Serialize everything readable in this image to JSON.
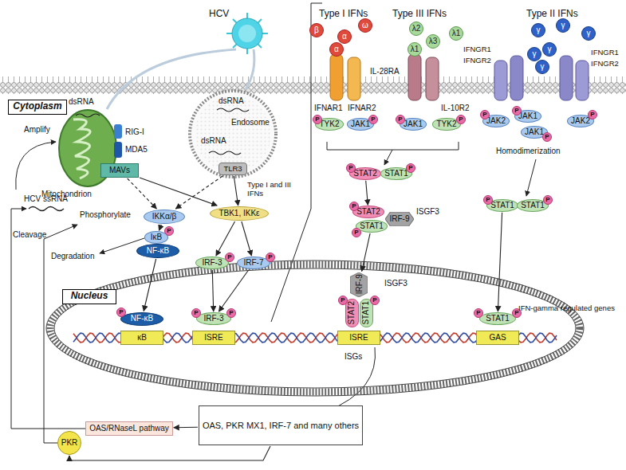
{
  "diagram": {
    "nodes": [
      {
        "text": [
          "Cytoplasm"
        ]
      },
      {
        "text": [
          "MAVs"
        ]
      },
      {
        "text": [
          "TLR3"
        ]
      },
      {
        "text": [
          "β"
        ]
      },
      {
        "text": [
          "α"
        ]
      },
      {
        "text": [
          "ω"
        ]
      },
      {
        "text": [
          "α"
        ]
      },
      {
        "text": [
          "λ2"
        ]
      },
      {
        "text": [
          "λ3"
        ]
      },
      {
        "text": [
          "λ1"
        ]
      },
      {
        "text": [
          "λ1"
        ]
      },
      {
        "text": [
          "γ"
        ]
      },
      {
        "text": [
          "γ"
        ]
      },
      {
        "text": [
          "γ"
        ]
      },
      {
        "text": [
          "γ"
        ]
      },
      {
        "text": [
          "γ"
        ]
      },
      {
        "text": [
          "γ"
        ]
      },
      {
        "text": [
          "TYK2"
        ]
      },
      {
        "text": [
          "JAK1"
        ]
      },
      {
        "text": [
          "JAK1"
        ]
      },
      {
        "text": [
          "TYK2"
        ]
      },
      {
        "text": [
          "JAK2"
        ]
      },
      {
        "text": [
          "JAK1"
        ]
      },
      {
        "text": [
          "JAK1"
        ]
      },
      {
        "text": [
          "JAK2"
        ]
      },
      {
        "text": [
          "STAT2"
        ]
      },
      {
        "text": [
          "STAT1"
        ]
      },
      {
        "text": [
          "IKKα/β"
        ]
      },
      {
        "text": [
          "TBK1, IKKε"
        ]
      },
      {
        "text": [
          "IκB"
        ]
      },
      {
        "text": [
          "NF-κB"
        ]
      },
      {
        "text": [
          "IRF-3"
        ]
      },
      {
        "text": [
          "IRF-7"
        ]
      },
      {
        "text": [
          "STAT2"
        ]
      },
      {
        "text": [
          "IRF-9"
        ]
      },
      {
        "text": [
          "STAT1"
        ]
      },
      {
        "text": [
          "STAT1"
        ]
      },
      {
        "text": [
          "STAT1"
        ]
      },
      {
        "text": [
          "Nucleus"
        ]
      },
      {
        "text": [
          "NF-κB"
        ]
      },
      {
        "text": [
          "κB"
        ]
      },
      {
        "text": [
          "IRF-3"
        ]
      },
      {
        "text": [
          "ISRE"
        ]
      },
      {
        "text": [
          "IRF-9"
        ]
      },
      {
        "text": [
          "STAT2"
        ]
      },
      {
        "text": [
          "STAT1"
        ]
      },
      {
        "text": [
          "ISRE"
        ]
      },
      {
        "text": [
          "STAT1"
        ]
      },
      {
        "text": [
          "GAS"
        ]
      },
      {
        "text": [
          "OAS, PKR MX1, IRF-7 and many others"
        ]
      },
      {
        "text": [
          "OAS/RNaseL pathway"
        ]
      },
      {
        "text": [
          "PKR"
        ]
      },
      {
        "text": [
          "P"
        ]
      },
      {
        "text": [
          "P"
        ]
      },
      {
        "text": [
          "P"
        ]
      },
      {
        "text": [
          "P"
        ]
      },
      {
        "text": [
          "P"
        ]
      },
      {
        "text": [
          "P"
        ]
      },
      {
        "text": [
          "P"
        ]
      },
      {
        "text": [
          "P"
        ]
      },
      {
        "text": [
          "P"
        ]
      },
      {
        "text": [
          "P"
        ]
      },
      {
        "text": [
          "P"
        ]
      },
      {
        "text": [
          "P"
        ]
      },
      {
        "text": [
          "P"
        ]
      },
      {
        "text": [
          "P"
        ]
      },
      {
        "text": [
          "P"
        ]
      },
      {
        "text": [
          "P"
        ]
      },
      {
        "text": [
          "P"
        ]
      },
      {
        "text": [
          "P"
        ]
      },
      {
        "text": [
          "P"
        ]
      },
      {
        "text": [
          "P"
        ]
      },
      {
        "text": [
          "P"
        ]
      },
      {
        "text": [
          "P"
        ]
      },
      {
        "text": [
          "P"
        ]
      },
      {
        "text": [
          "P"
        ]
      }
    ],
    "edges": [
      {
        "from": 1,
        "to": 27,
        "arrow": "to"
      },
      {
        "from": 1,
        "to": 28,
        "arrow": "to"
      },
      {
        "from": 2,
        "to": 27,
        "arrow": "to"
      },
      {
        "from": 2,
        "to": 28,
        "arrow": "to"
      },
      {
        "from": 27,
        "to": 29,
        "arrow": "to"
      },
      {
        "from": 28,
        "to": 31,
        "arrow": "to"
      },
      {
        "from": 28,
        "to": 32,
        "arrow": "to"
      },
      {
        "from": 30,
        "to": 39,
        "arrow": "to"
      },
      {
        "from": 31,
        "to": 41,
        "arrow": "to"
      },
      {
        "from": 32,
        "to": 41,
        "arrow": "to"
      },
      {
        "from": 25,
        "to": 33,
        "arrow": "to"
      },
      {
        "from": 35,
        "to": 43,
        "arrow": "to"
      },
      {
        "from": 36,
        "to": 47,
        "arrow": "to"
      },
      {
        "from": 49,
        "to": 50,
        "arrow": "to"
      },
      {
        "from": 49,
        "to": 51,
        "arrow": "to"
      }
    ],
    "labels": [
      "HCV",
      "Type I IFNs",
      "Type III IFNs",
      "Type II IFNs",
      "IFNAR1",
      "IFNAR2",
      "IL-28RA",
      "IL-10R2",
      "IFNGR1",
      "IFNGR2",
      "IFNGR1",
      "IFNGR2",
      "dsRNA",
      "RIG-I",
      "MDA5",
      "Amplify",
      "Mitochondrion",
      "dsRNA",
      "Endosome",
      "dsRNA",
      "Homodimerization",
      "HCV ssRNA",
      "Cleavage",
      "Phosphorylate",
      "Degradation",
      "Type I and III IFNs",
      "ISGF3",
      "ISGF3",
      "IFN-gamma regulated genes",
      "ISGs"
    ]
  }
}
